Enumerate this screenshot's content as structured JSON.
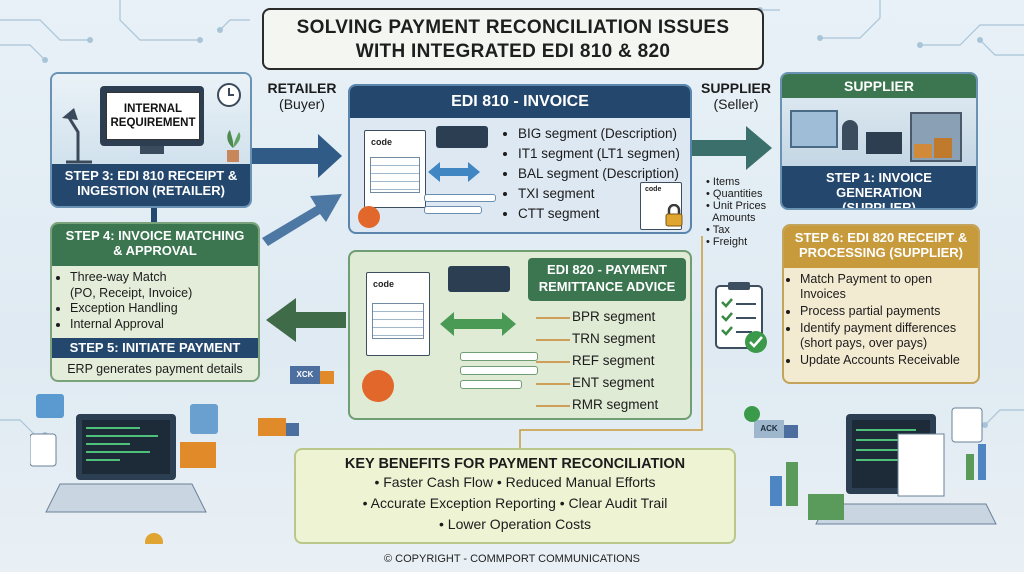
{
  "title": {
    "line1": "SOLVING PAYMENT RECONCILIATION ISSUES",
    "line2": "WITH INTEGRATED EDI 810 & 820"
  },
  "retailer": {
    "name": "RETAILER",
    "role": "(Buyer)"
  },
  "supplier": {
    "name": "SUPPLIER",
    "role": "(Seller)"
  },
  "left_top": {
    "monitor_text_1": "INTERNAL",
    "monitor_text_2": "REQUIREMENT",
    "step_line1": "STEP 3: EDI 810 RECEIPT &",
    "step_line2": "INGESTION (RETAILER)"
  },
  "left_mid": {
    "step_line1": "STEP 4: INVOICE MATCHING",
    "step_line2": "& APPROVAL",
    "items": [
      "Three-way Match",
      "(PO, Receipt, Invoice)",
      "Exception Handling",
      "Internal Approval"
    ],
    "step5": "STEP 5: INITIATE PAYMENT",
    "step5_text": "ERP generates payment details"
  },
  "edi810": {
    "header": "EDI 810 - INVOICE",
    "items": [
      "BIG segment (Description)",
      "IT1 segment (LT1 segmen)",
      "BAL segment (Description)",
      "TXI segment",
      "CTT segment"
    ],
    "doc_label": "code",
    "doc_label_small": "code"
  },
  "edi820": {
    "header_line1": "EDI 820 - PAYMENT",
    "header_line2": "REMITTANCE ADVICE",
    "items": [
      "BPR segment",
      "TRN segment",
      "REF segment",
      "ENT segment",
      "RMR segment"
    ],
    "doc_label": "code"
  },
  "supplier_attrs": [
    "Items",
    "Quantities",
    "Unit Prices",
    "Amounts",
    "Tax",
    "Freight"
  ],
  "right_top": {
    "header": "SUPPLIER",
    "step_line1": "STEP 1: INVOICE GENERATION",
    "step_line2": "(SUPPLIER)"
  },
  "right_bot": {
    "step_line1": "STEP 6: EDI 820 RECEIPT &",
    "step_line2": "PROCESSING (SUPPLIER)",
    "items": [
      "Match Payment to open Invoices",
      "Process partial payments",
      "Identify payment differences (short pays, over pays)",
      "Update Accounts Receivable"
    ]
  },
  "benefits": {
    "title": "KEY BENEFITS FOR PAYMENT RECONCILIATION",
    "line1": "• Faster Cash Flow • Reduced Manual Efforts",
    "line2": "• Accurate Exception Reporting • Clear Audit Trail",
    "line3": "• Lower Operation Costs"
  },
  "truck_labels": {
    "truck1": "XCK",
    "truck2": "ACK"
  },
  "copyright": "© COPYRIGHT - COMMPORT COMMUNICATIONS",
  "colors": {
    "navy": "#24476e",
    "green": "#3b7650",
    "gold": "#c79a3b",
    "arrow_blue": "#2f5b86",
    "arrow_green": "#3f6b49"
  }
}
